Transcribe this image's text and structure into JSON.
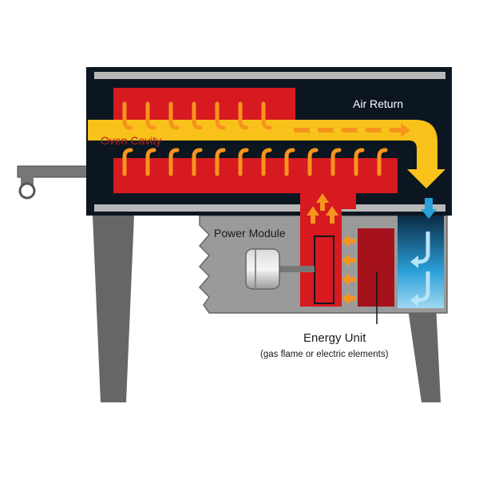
{
  "diagram": {
    "labels": {
      "air_return": "Air Return",
      "oven_cavity": "Oven Cavity",
      "power_module": "Power Module",
      "energy_unit": "Energy Unit",
      "energy_unit_sub": "(gas flame or electric elements)"
    },
    "colors": {
      "cabinet": "#0b1620",
      "rail": "#b8b8b8",
      "heater": "#d71920",
      "heater_dark": "#a5121b",
      "airflow": "#f8c21b",
      "arrow_orange": "#f7941d",
      "base_gray": "#9a9a9a",
      "legs": "#666666",
      "cool_blue": "#2a9fd8"
    },
    "icons": [
      "hot-air-arrow-icon",
      "return-air-arrow-icon",
      "fan-motor-icon"
    ]
  }
}
